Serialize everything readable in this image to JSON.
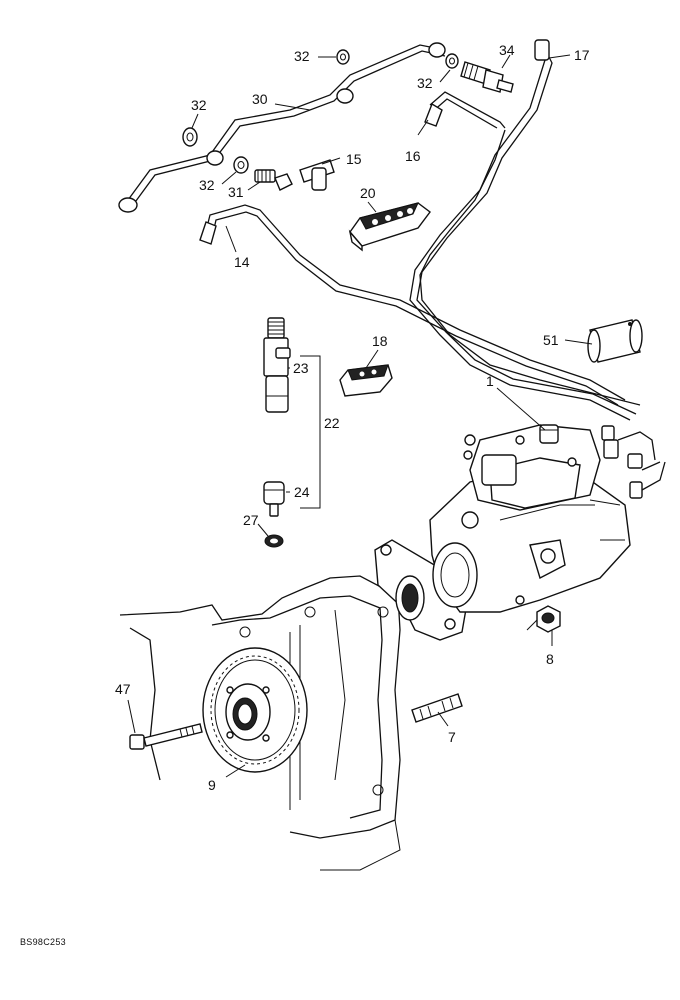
{
  "callouts": {
    "c1": "1",
    "c7": "7",
    "c8": "8",
    "c9": "9",
    "c14": "14",
    "c15": "15",
    "c16": "16",
    "c17": "17",
    "c18": "18",
    "c20": "20",
    "c22": "22",
    "c23": "23",
    "c24": "24",
    "c27": "27",
    "c30": "30",
    "c31": "31",
    "c32a": "32",
    "c32b": "32",
    "c32c": "32",
    "c32d": "32",
    "c34": "34",
    "c47": "47",
    "c51": "51"
  },
  "reference_code": "BS98C253"
}
